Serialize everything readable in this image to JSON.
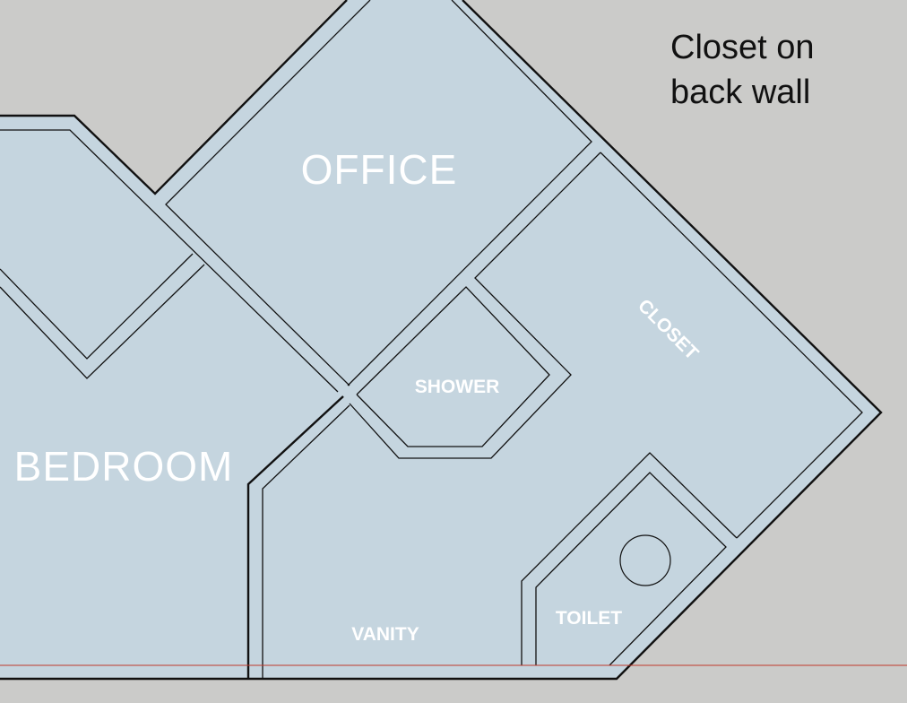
{
  "colors": {
    "background": "#cbcbc9",
    "floor": "#c5d5df",
    "walls": "#111111",
    "axis_line": "#c0392b"
  },
  "rooms": {
    "office": "OFFICE",
    "bedroom": "BEDROOM",
    "shower": "SHOWER",
    "closet": "CLOSET",
    "vanity": "VANITY",
    "toilet": "TOILET"
  },
  "note": {
    "line1": "Closet on",
    "line2": "back wall"
  }
}
